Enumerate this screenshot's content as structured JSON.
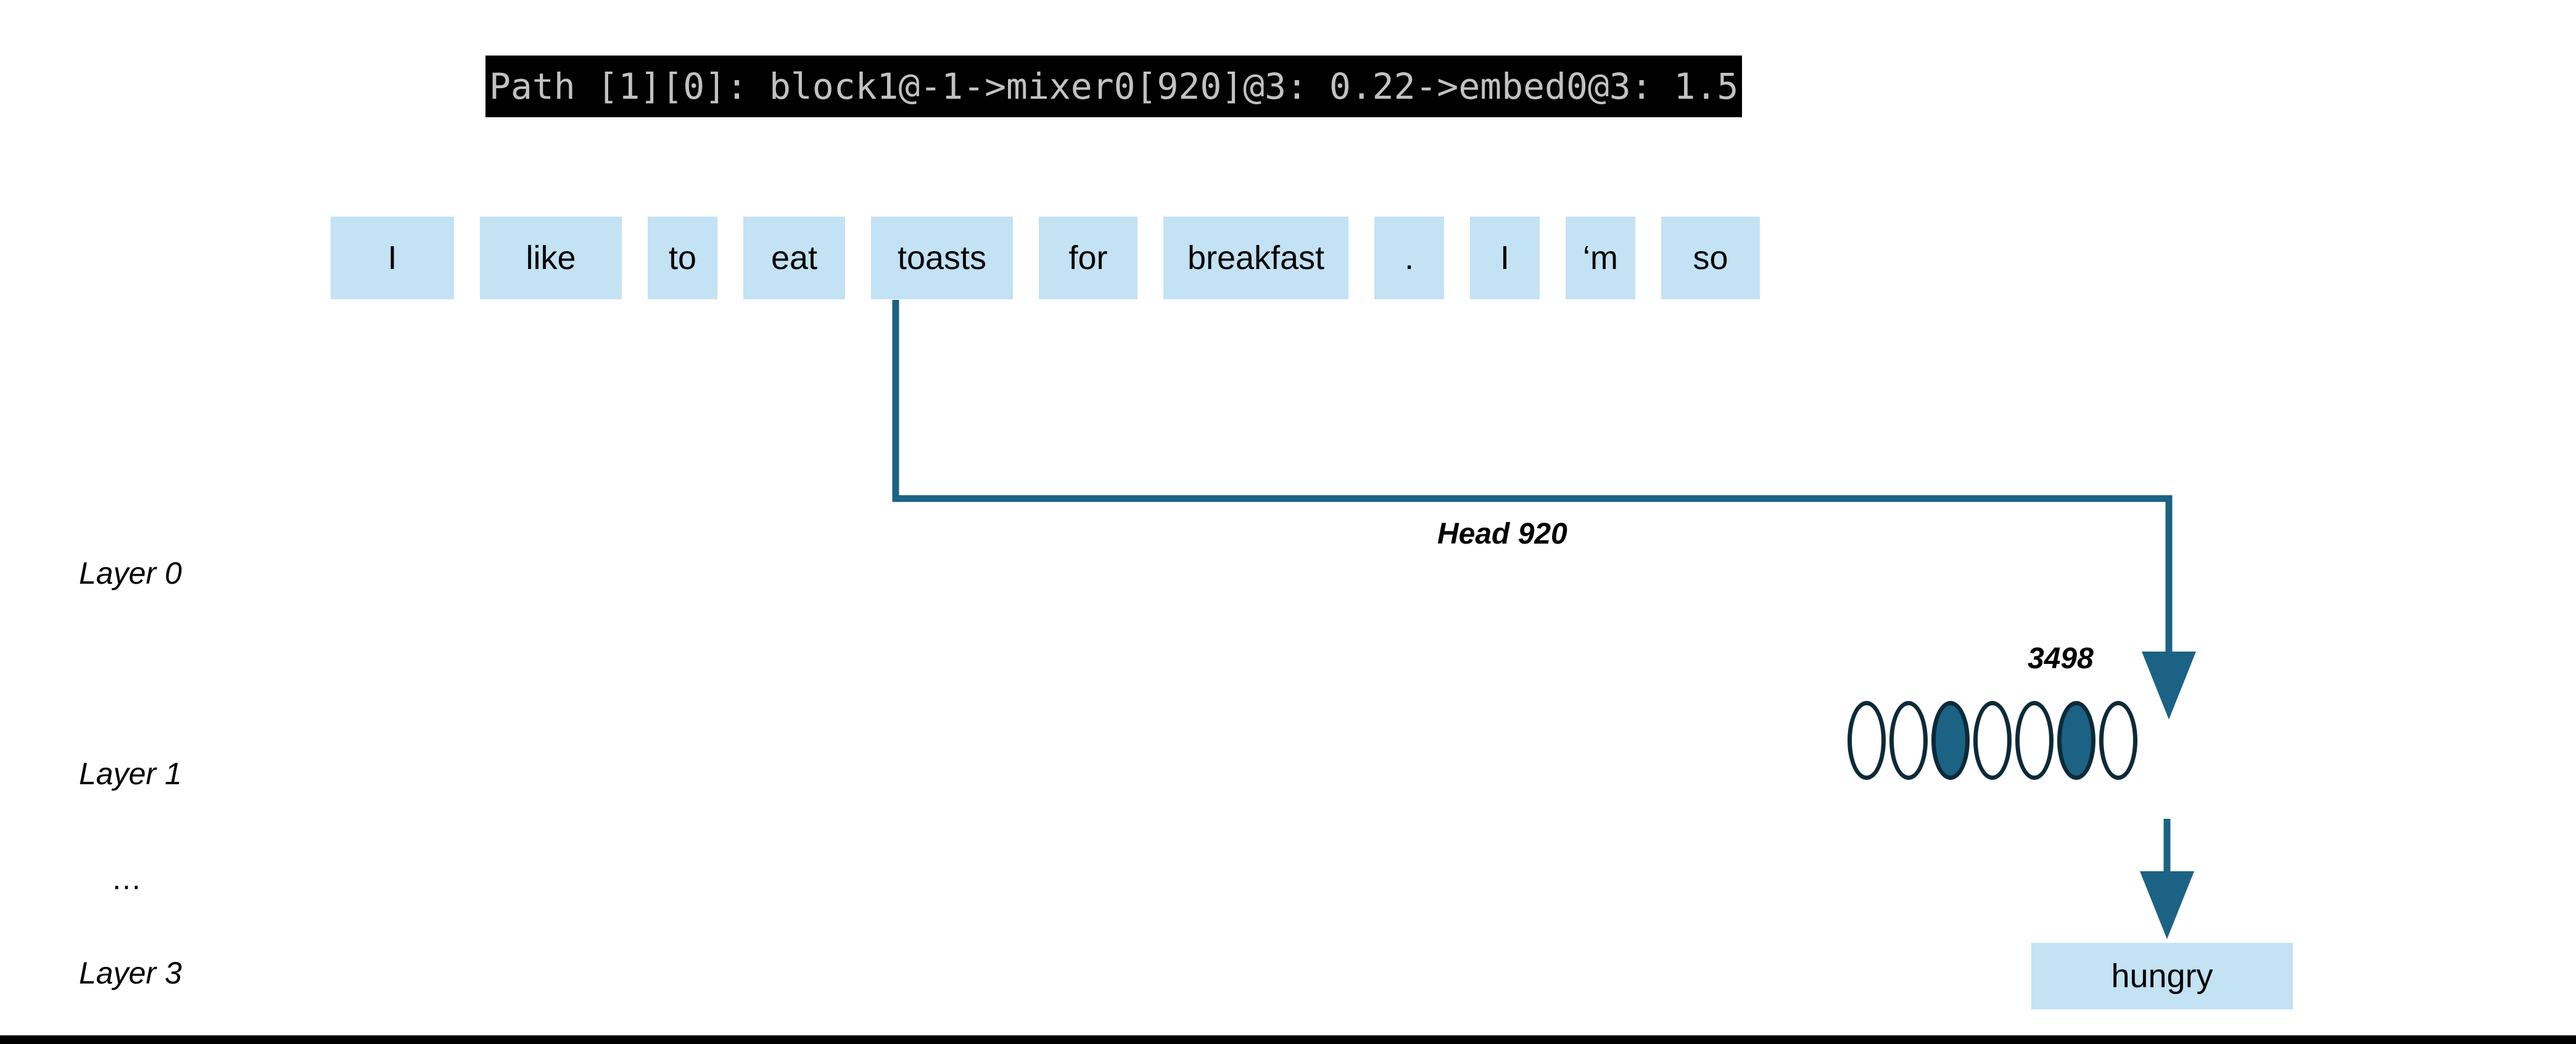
{
  "banner": {
    "text": "Path [1][0]: block1@-1->mixer0[920]@3: 0.22->embed0@3: 1.5"
  },
  "tokens": [
    {
      "label": "I"
    },
    {
      "label": "like"
    },
    {
      "label": "to"
    },
    {
      "label": "eat"
    },
    {
      "label": "toasts"
    },
    {
      "label": "for"
    },
    {
      "label": "breakfast"
    },
    {
      "label": "."
    },
    {
      "label": "I"
    },
    {
      "label": "‘m"
    },
    {
      "label": "so"
    }
  ],
  "layers": {
    "layer0_label": "Layer 0",
    "layer1_label": "Layer 1",
    "ellipsis_label": "…",
    "layer3_label": "Layer 3"
  },
  "annotations": {
    "head_label": "Head 920",
    "neuron_label": "3498"
  },
  "neurons": [
    {
      "index": 0,
      "active": false
    },
    {
      "index": 1,
      "active": false
    },
    {
      "index": 2,
      "active": true
    },
    {
      "index": 3,
      "active": false
    },
    {
      "index": 4,
      "active": false
    },
    {
      "index": 5,
      "active": true
    },
    {
      "index": 6,
      "active": false
    }
  ],
  "output": {
    "token": "hungry"
  },
  "colors": {
    "token_box": "#c3e2f3",
    "connector": "#1c6284",
    "neuron_outline": "#0d2a38",
    "neuron_fill": "#1c6284",
    "banner_background": "#000000",
    "banner_text": "#c2c2c2"
  }
}
